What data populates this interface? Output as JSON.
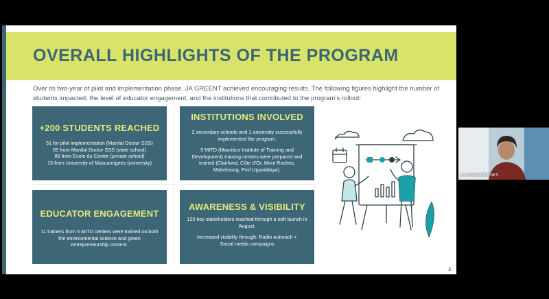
{
  "slide": {
    "title": "OVERALL HIGHLIGHTS OF THE PROGRAM",
    "intro": "Over its two-year of pilot and implementation phase, JA GREENT achieved encouraging results. The following figures highlight the number of students impacted, the level of educator engagement, and the institutions that contributed to the program’s rollout:",
    "page_number": "3"
  },
  "cards": {
    "students": {
      "title": "+200 STUDENTS REACHED",
      "lines": [
        "51 for pilot implementation (Manilal Doctor SSS)",
        "65 from Manilal Doctor SSS (state school)",
        "86 from Ecole du Centre (private school)",
        "13 from University of Mascareignes (university)"
      ]
    },
    "institutions": {
      "title": "INSTITUTIONS INVOLVED",
      "line1a": "2 secondary schools and 1 university successfully",
      "line1b": "implemented the program.",
      "line2a": "5 MITD (Mauritius Institute of Training and",
      "line2b": "Development) training centers were prepared and",
      "line2c": "trained (Clairfond, Côte d’Or, Mont Roches,",
      "line2d": "Mahebourg, Prof Uppaddaya)."
    },
    "educator": {
      "title": "EDUCATOR ENGAGEMENT",
      "line1": "11 trainers from 5 MITD centers were trained on both",
      "line2": "the environmental science and green",
      "line3": "entrepreneurship content."
    },
    "awareness": {
      "title": "AWARENESS & VISIBILITY",
      "line1a": "120 key stakeholders reached through a soft launch in",
      "line1b": "August.",
      "line2a": "Increased visibility through: Radio outreach +",
      "line2b": "Social media campaigns"
    }
  },
  "video_tile": {
    "name": "JA MASCAREIGNES"
  },
  "colors": {
    "banner": "#d8e36a",
    "title": "#3c6676",
    "card": "#3d6677",
    "card_title": "#e2eb7a",
    "illustration_teal": "#1aa0a8"
  }
}
